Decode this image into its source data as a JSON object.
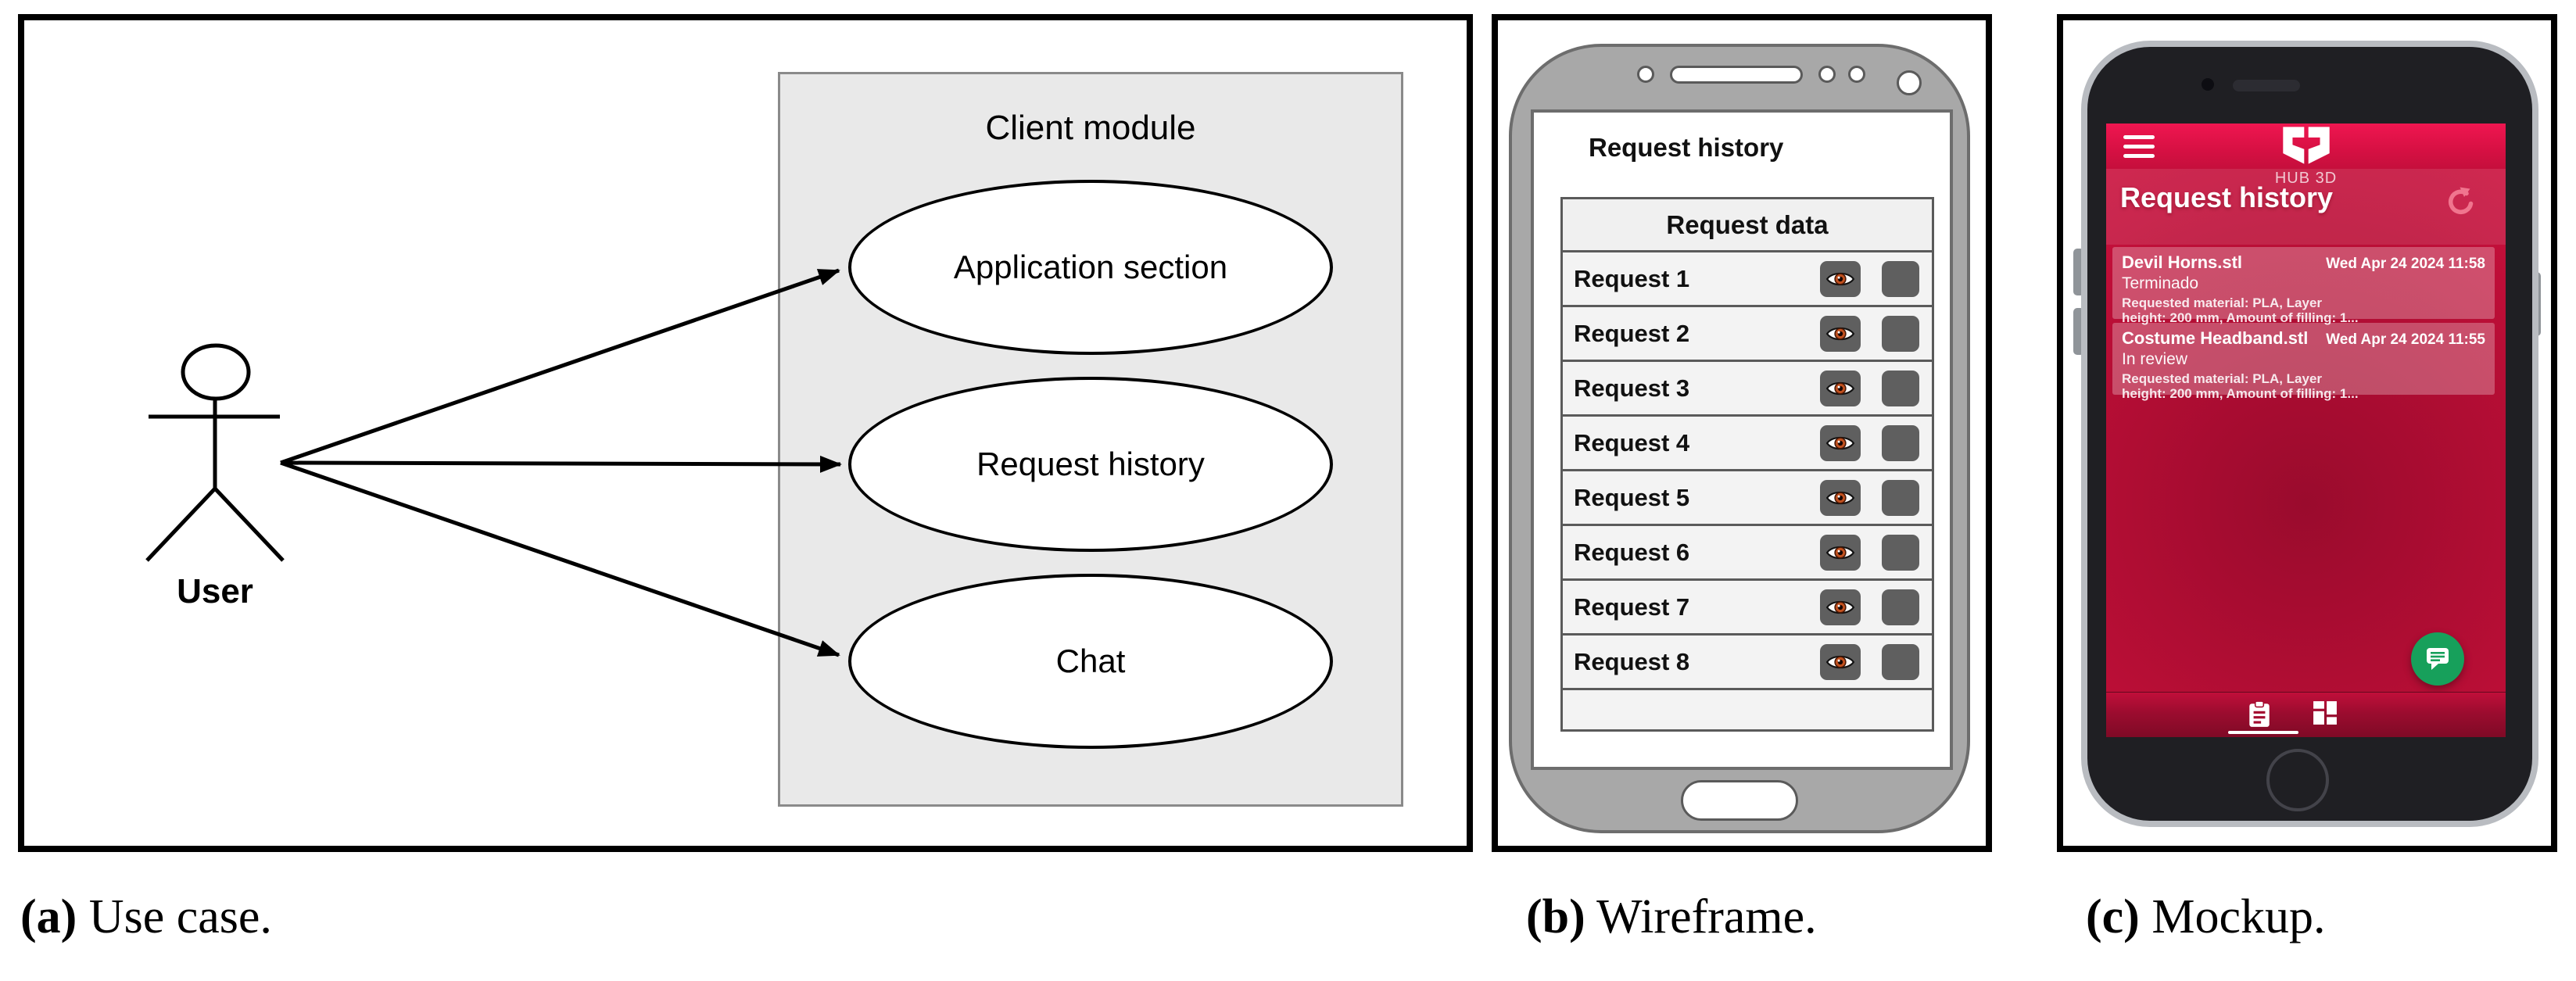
{
  "use_case": {
    "actor_label": "User",
    "system_label": "Client module",
    "use_cases": [
      "Application section",
      "Request history",
      "Chat"
    ]
  },
  "wireframe": {
    "title": "Request history",
    "table": {
      "header": "Request data",
      "rows": [
        "Request 1",
        "Request 2",
        "Request 3",
        "Request 4",
        "Request 5",
        "Request 6",
        "Request 7",
        "Request 8"
      ]
    }
  },
  "mockup": {
    "logo_text": "HUB 3D",
    "title": "Request history",
    "cards": [
      {
        "title": "Devil Horns.stl",
        "timestamp": "Wed Apr 24 2024 11:58",
        "status": "Terminado",
        "details_line1": "Requested material: PLA, Layer",
        "details_line2": "height: 200 mm, Amount of filling: 1..."
      },
      {
        "title": "Costume Headband.stl",
        "timestamp": "Wed Apr 24 2024 11:55",
        "status": "In review",
        "details_line1": "Requested material: PLA, Layer",
        "details_line2": "height: 200 mm, Amount of filling: 1..."
      }
    ]
  },
  "captions": {
    "a_label": "(a)",
    "a_text": " Use case.",
    "b_label": "(b)",
    "b_text": " Wireframe.",
    "c_label": "(c)",
    "c_text": " Mockup."
  },
  "icons": {
    "view": "eye-icon",
    "menu": "menu-icon",
    "refresh": "refresh-icon",
    "chat": "chat-icon",
    "requests_tab": "clipboard-icon",
    "dashboard_tab": "grid-icon"
  },
  "colors": {
    "figure_border": "#000000",
    "client_module_bg": "#e9e9e9",
    "wireframe_phone_gray": "#a8a8a8",
    "wireframe_button_gray": "#5f5f5f",
    "eye_iris_orange": "#c2511f",
    "mockup_appbar_red": "#e61245",
    "mockup_screen_red": "#ba0e36",
    "mockup_nav_red": "#8a0b29",
    "fab_green": "#17a05b",
    "phone_frame_silver": "#b9bcc1"
  }
}
